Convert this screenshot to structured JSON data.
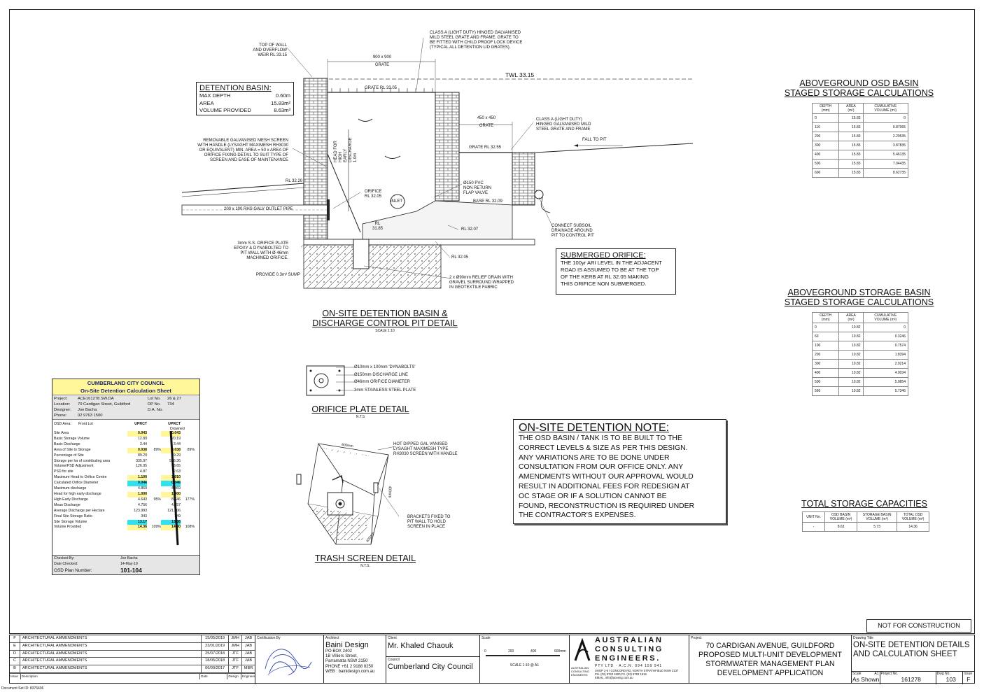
{
  "detail_main": {
    "title_line1": "ON-SITE DETENTION BASIN &",
    "title_line2": "DISCHARGE CONTROL PIT DETAIL",
    "scale": "SCALE 1:10",
    "labels": {
      "top_wall": "TOP OF WALL\nAND OVERFLOW\nWEIR RL 33.15",
      "grate_900": "900 x 900",
      "grate_word": "GRATE",
      "class_a_heavy": "CLASS A (LIGHT DUTY) HINGED GALVANISED\nMILD STEEL GRATE AND FRAME. GRATE TO\nBE FITTED WITH CHILD PROOF LOCK DEVICE\n(TYPICAL ALL DETENTION LID GRATES).",
      "twl": "TWL 33.15",
      "grate_rl": "GRATE RL 33.05",
      "grate_450": "450 x 450",
      "grate_word2": "GRATE",
      "class_a_light": "CLASS A (LIGHT DUTY)\nHINGED GALVANISED MILD\nSTEEL GRATE AND FRAME",
      "grate_rl2": "GRATE RL 32.55",
      "fall_to_pit": "FALL TO PIT",
      "mesh_screen": "REMOVABLE GALVANISED MESH SCREEN\nWITH HANDLE (LYSAGHT MAXIMESH RH3030\nOR EQUIVALENT) MIN. AREA = 50 x AREA OF\nORIFICE FIXING DETAIL TO SUIT TYPE OF\nSCREEN AND EASE OF MAINTENANCE",
      "head": "HEAD FOR HIGH\nEARLY DISCHARGE\n1.0m",
      "rl_3220": "RL 32.20",
      "orifice": "ORIFICE\nRL 32.05",
      "inlet": "INLET",
      "pvc": "Ø150 PVC\nNON RETURN\nFLAP VALVE",
      "base_rl": "BASE RL 32.09",
      "outlet_pipe": "200 x 100 RHS GALV OUTLET PIPE",
      "rl_3185": "RL\n31.85",
      "rl_3207": "RL 32.07",
      "rl_3205": "RL 32.05",
      "subsoil": "CONNECT SUBSOIL\nDRAINAGE AROUND\nPIT TO CONTROL PIT",
      "orifice_plate": "3mm S.S. ORIFICE PLATE\nEPOXY & DYNABOLTED TO\nPIT WALL WITH Ø 46mm\nMACHINED ORIFICE.",
      "sump": "PROVIDE 0.3m³ SUMP",
      "relief": "2 x Ø90mm RELIEF DRAIN WITH\nGRAVEL SURROUND WRAPPED\nIN GEOTEXTILE FABRIC"
    }
  },
  "detention_box": {
    "title": "DETENTION BASIN:",
    "rows": [
      {
        "label": "MAX DEPTH",
        "value": "0.60m"
      },
      {
        "label": "AREA",
        "value": "15.83m²"
      },
      {
        "label": "VOLUME PROVIDED",
        "value": "8.63m³"
      }
    ]
  },
  "submerged": {
    "title": "SUBMERGED ORIFICE:",
    "text": "THE 100yr ARI LEVEL IN THE ADJACENT\nROAD IS ASSUMED TO BE AT THE TOP\nOF THE KERB AT RL 32.05 MAKING\nTHIS ORIFICE NON SUBMERGED."
  },
  "orifice_detail": {
    "title": "ORIFICE PLATE DETAIL",
    "scale": "N.T.S",
    "labels": [
      "Ø10mm x 100mm 'DYNABOLTS'",
      "Ø150mm DISCHARGE LINE",
      "Ø46mm ORIFICE DIAMETER",
      "3mm STAINLESS STEEL PLATE"
    ]
  },
  "trash_detail": {
    "title": "TRASH SCREEN DETAIL",
    "scale": "N.T.S.",
    "dim_top": "600mm",
    "dim_side": "400mm",
    "dim_bottom": "400mm",
    "label1": "HOT DIPPED GAL VANISED\nLYSAGHT MAXIMESH TYPE\nRH3030 SCREEN WITH HANDLE",
    "label2": "BRACKETS FIXED TO\nPIT WALL TO HOLD\nSCREEN IN PLACE"
  },
  "osd_note": {
    "title": "ON-SITE DETENTION NOTE:",
    "text": "THE OSD BASIN / TANK IS TO BE BUILT TO THE\nCORRECT LEVELS & SIZE AS PER THIS DESIGN.\nANY VARIATIONS ARE TO BE DONE UNDER\nCONSULTATION FROM OUR OFFICE ONLY. ANY\nAMENDMENTS WITHOUT OUR APPROVAL WOULD\nRESULT IN ADDITIONAL FEES FOR REDESIGN AT\nOC STAGE OR IF A SOLUTION CANNOT BE\nFOUND, RECONSTRUCTION IS REQUIRED UNDER\nTHE CONTRACTOR'S EXPENSES."
  },
  "table_osd": {
    "title1": "ABOVEGROUND OSD BASIN",
    "title2": "STAGED STORAGE CALCULATIONS",
    "headers": [
      "DEPTH\n(mm)",
      "AREA\n(m²)",
      "CUMULATIVE\nVOLUME (m³)"
    ],
    "rows": [
      [
        "0",
        "15.83",
        "0"
      ],
      [
        "110",
        "15.83",
        "0.87065"
      ],
      [
        "200",
        "15.83",
        "2.29535"
      ],
      [
        "300",
        "15.83",
        "3.87835"
      ],
      [
        "400",
        "15.83",
        "5.46135"
      ],
      [
        "500",
        "15.83",
        "7.04435"
      ],
      [
        "600",
        "15.83",
        "8.62735"
      ]
    ]
  },
  "table_storage": {
    "title1": "ABOVEGROUND STORAGE BASIN",
    "title2": "STAGED STORAGE CALCULATIONS",
    "headers": [
      "DEPTH\n(mm)",
      "AREA\n(m²)",
      "CUMULATIVE\nVOLUME (m³)"
    ],
    "rows": [
      [
        "0",
        "10.82",
        "0"
      ],
      [
        "60",
        "10.82",
        "0.3246"
      ],
      [
        "100",
        "10.82",
        "0.7574"
      ],
      [
        "200",
        "10.82",
        "1.8394"
      ],
      [
        "300",
        "10.82",
        "2.9214"
      ],
      [
        "400",
        "10.82",
        "4.0034"
      ],
      [
        "500",
        "10.82",
        "5.0854"
      ],
      [
        "560",
        "10.82",
        "5.7346"
      ]
    ]
  },
  "table_total": {
    "title": "TOTAL STORAGE CAPACITIES",
    "headers": [
      "UNIT No.",
      "OSD BASIN\nVOLUME (m³)",
      "STORAGE BASIN\nVOLUME (m³)",
      "TOTAL OSD\nVOLUME (m³)"
    ],
    "rows": [
      [
        "-",
        "8.63",
        "5.73",
        "14.36"
      ]
    ]
  },
  "worksheet": {
    "council": "CUMBERLAND CITY COUNCIL",
    "sheet": "On-Site Detention Calculation Sheet",
    "info": [
      [
        "Project:",
        "ACE161278.SW.DA",
        "Lot No.",
        "26 & 27"
      ],
      [
        "Location:",
        "70 Cardigan Street, Guildford",
        "DP No.",
        "734"
      ],
      [
        "Designer:",
        "Joe Bacha",
        "D.A. No.",
        ""
      ],
      [
        "Phone:",
        "02 9763 1500",
        "",
        ""
      ]
    ],
    "osd_area_label": "OSD Area:",
    "osd_area_value": "Front Lot",
    "col1": "UPRCT",
    "col2": "UPRCT",
    "col2b": "Drowned",
    "rows": [
      [
        "Site Area",
        "0.043",
        "",
        "0.043",
        ""
      ],
      [
        "Basic Storage Volume",
        "12.89",
        "",
        "20.19",
        ""
      ],
      [
        "Basic Discharge",
        "3.44",
        "",
        "3.44",
        ""
      ],
      [
        "",
        "",
        "",
        "",
        ""
      ],
      [
        "Area of Site to Storage",
        "0.038",
        "89%",
        "0.038",
        "89%"
      ],
      [
        "Percentage of Site",
        "89.29",
        "",
        "89.29",
        ""
      ],
      [
        "Storage per ha of contributing area",
        "335.97",
        "",
        "526.36",
        ""
      ],
      [
        "Volume/PSD Adjustment",
        "126.95",
        "",
        "98.65",
        ""
      ],
      [
        "PSD for site",
        "4.87",
        "",
        "2.63",
        ""
      ],
      [
        "Maximum Head to Orifice Centre",
        "1.100",
        "",
        "1.010",
        ""
      ],
      [
        "Calculated Orifice Diameter",
        "0.046",
        "",
        "0.046",
        ""
      ],
      [
        "Maximum discharge",
        "4.869",
        "",
        "4.869",
        ""
      ],
      [
        "Head for high early discharge",
        "1.000",
        "",
        "1.000",
        ""
      ],
      [
        "High Early Discharge",
        "4.643",
        "95%",
        "8.646",
        "177%"
      ],
      [
        "Mean Discharge",
        "4.756",
        "",
        "4.857",
        ""
      ],
      [
        "Average Discharge per Hectare",
        "123.983",
        "",
        "121.406",
        ""
      ],
      [
        "",
        "",
        "",
        "",
        ""
      ],
      [
        "Final Site Storage Ratio",
        "343",
        "",
        "349",
        ""
      ],
      [
        "Site Storage Volume",
        "13.17",
        "",
        "13.38",
        ""
      ],
      [
        "Volume Provided",
        "14.36",
        "109%",
        "14.90",
        "108%"
      ]
    ],
    "checked_by_label": "Checked By:",
    "checked_by": "Joe Bacha",
    "date_checked_label": "Date Checked:",
    "date_checked": "14-May-19",
    "plan_label": "OSD Plan Number:",
    "plan_number": "101-104"
  },
  "not_for_construction": "NOT FOR CONSTRUCTION",
  "title_block": {
    "revisions": [
      [
        "F",
        "ARCHITECTURAL AMMENDMENTS",
        "15/05/2019",
        "JMH",
        "JAB"
      ],
      [
        "E",
        "ARCHITECTURAL AMMENDMENTS",
        "23/01/2019",
        "JMH",
        "JAB"
      ],
      [
        "D",
        "ARCHITECTURAL AMMENDMENTS",
        "25/07/2018",
        "JTF",
        "JAB"
      ],
      [
        "C",
        "ARCHITECTURAL AMMENDMENTS",
        "18/05/2018",
        "JTF",
        "JAB"
      ],
      [
        "B",
        "ARCHITECTURAL AMMENDMENTS",
        "06/09/2017",
        "JTF",
        "MBR"
      ]
    ],
    "rev_header": [
      "Issue",
      "Description",
      "Date",
      "Design",
      "Engineer"
    ],
    "cert_label": "Certification By",
    "architect_label": "Architect",
    "architect": "Baini Design",
    "architect_addr": "PO BOX 2402\n1B Villiers Street,\nParramatta NSW 2150\nPHONE  +61 2 9188 8250\nWEB : bainidesign.com.au",
    "client_label": "Client",
    "client": "Mr. Khaled Chaouk",
    "council_label": "Council",
    "council": "Cumberland City Council",
    "scale_label": "Scale",
    "scale_ticks": [
      "0",
      "200",
      "400",
      "600mm"
    ],
    "scale_note": "SCALE 1:10 @ A1",
    "company_line1": "AUSTRALIAN",
    "company_line2": "CONSULTING",
    "company_line3": "ENGINEERS.",
    "company_sub": "PTY LTD  ·  A.C.N.  094 159 941",
    "company_addr": "SHOP 2-6 / CONCORD RD, NORTH STRATHFIELD NSW 2137\nPH. (02) 9763 1500   FX. (02) 9763 1515\nEMAIL. info@aceeng.com.au",
    "company_small": "AUSTRALIAN\nCONSULTING\nENGINEERS",
    "project_label": "Project",
    "project": "70 CARDIGAN AVENUE, GUILDFORD\nPROPOSED MULTI-UNIT DEVELOPMENT\nSTORMWATER MANAGEMENT PLAN\nDEVELOPMENT APPLICATION",
    "drawing_label": "Drawing Title",
    "drawing_title": "ON-SITE DETENTION DETAILS\nAND CALCULATION SHEET",
    "scale_hdr": "Scale",
    "size_hdr": "A1",
    "projno_hdr": "Project No.",
    "dwgno_hdr": "Dwg No.",
    "issue_hdr": "Issue",
    "scale_val": "As Shown",
    "projno": "161278",
    "dwgno": "103",
    "issue": "F"
  },
  "document_id": "Document Set ID: 8376436"
}
